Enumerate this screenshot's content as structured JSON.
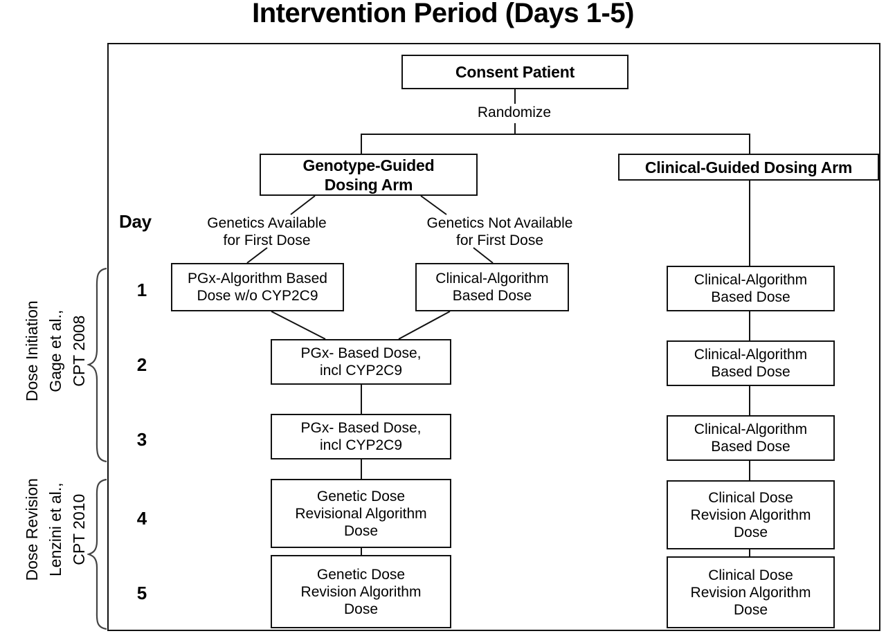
{
  "diagram": {
    "title": "Intervention Period (Days 1-5)",
    "day_column_header": "Day",
    "day_numbers": [
      "1",
      "2",
      "3",
      "4",
      "5"
    ],
    "randomize_label": "Randomize",
    "side_annotations": [
      {
        "line1": "Dose Initiation",
        "line2": "Gage et al.,",
        "line3": "CPT 2008"
      },
      {
        "line1": "Dose Revision",
        "line2": "Lenzini et al.,",
        "line3": "CPT 2010"
      }
    ],
    "nodes": {
      "consent": "Consent Patient",
      "genotype_arm": "Genotype-Guided\nDosing Arm",
      "clinical_arm": "Clinical-Guided Dosing Arm",
      "branch_left_label": "Genetics Available\nfor First Dose",
      "branch_right_label": "Genetics Not Available\nfor First Dose",
      "geno_day1_left": "PGx-Algorithm Based\nDose w/o CYP2C9",
      "geno_day1_right": "Clinical-Algorithm\nBased Dose",
      "geno_day2": "PGx- Based Dose,\nincl CYP2C9",
      "geno_day3": "PGx- Based Dose,\nincl CYP2C9",
      "geno_day4": "Genetic Dose\nRevisional Algorithm\nDose",
      "geno_day5": "Genetic Dose\nRevision Algorithm\nDose",
      "clin_day1": "Clinical-Algorithm\nBased Dose",
      "clin_day2": "Clinical-Algorithm\nBased Dose",
      "clin_day3": "Clinical-Algorithm\nBased Dose",
      "clin_day4": "Clinical Dose\nRevision Algorithm\nDose",
      "clin_day5": "Clinical Dose\nRevision Algorithm\nDose"
    },
    "colors": {
      "stroke": "#111111",
      "background": "#ffffff",
      "brace_stroke": "#444444"
    }
  }
}
